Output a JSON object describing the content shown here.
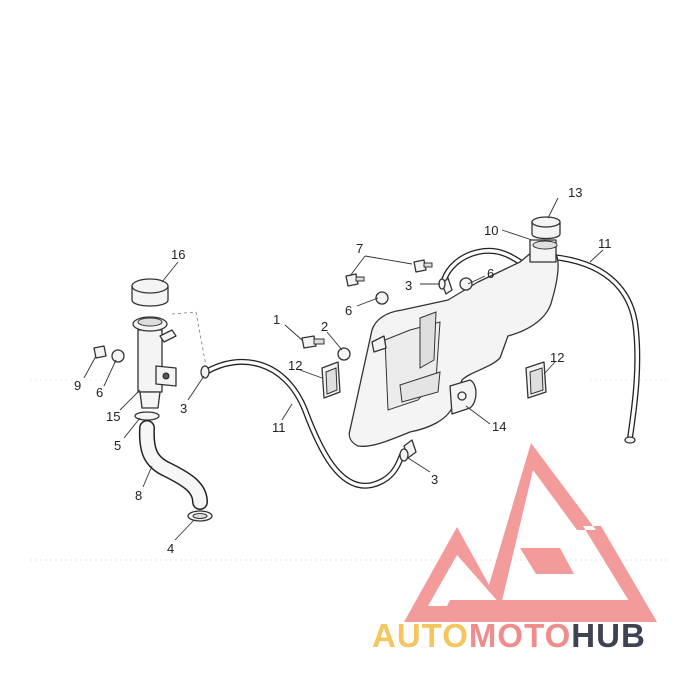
{
  "diagram": {
    "callouts": [
      "1",
      "2",
      "3",
      "3",
      "3",
      "4",
      "5",
      "6",
      "6",
      "6",
      "7",
      "8",
      "9",
      "10",
      "11",
      "11",
      "12",
      "12",
      "13",
      "14",
      "15",
      "16"
    ]
  },
  "watermark": {
    "logo_icon": "triangle-m-logo-icon",
    "brand_parts": [
      "AUTO",
      "MOTO",
      "HUB"
    ],
    "colors": {
      "auto": "#f6c65e",
      "moto": "#f08c8c",
      "hub": "#3d4350",
      "logo": "#f39a9a"
    }
  }
}
